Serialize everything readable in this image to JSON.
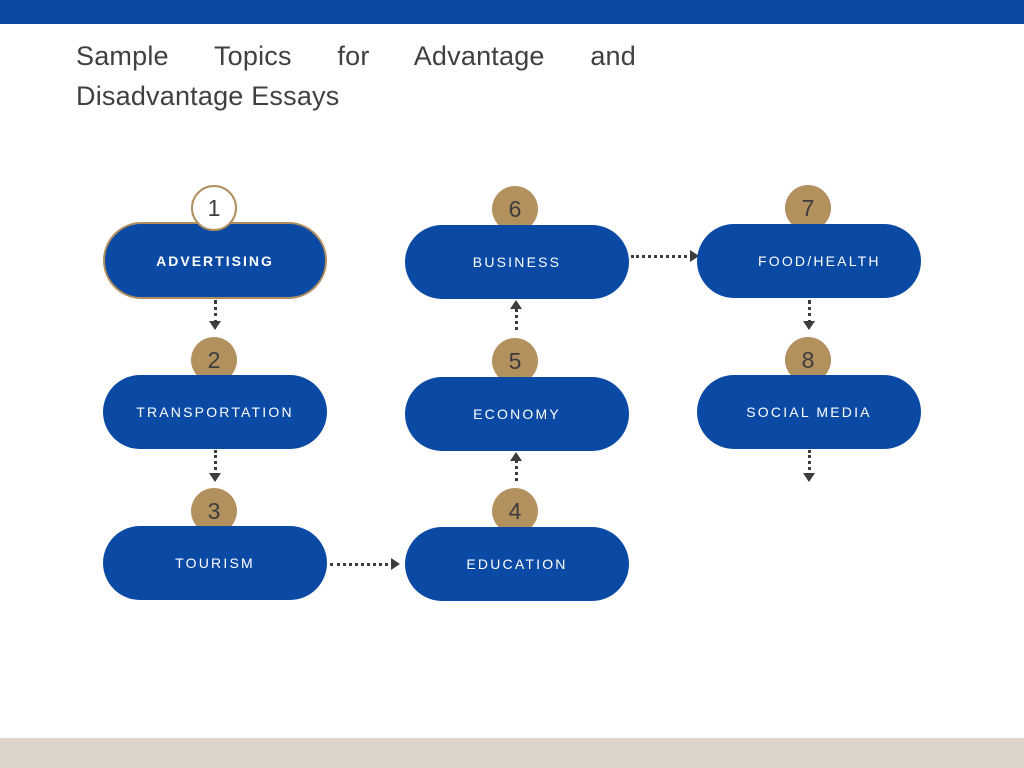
{
  "slide": {
    "title_line1": "Sample Topics for Advantage and",
    "title_line2": "Disadvantage Essays",
    "colors": {
      "pill_blue": "#0b4aa4",
      "badge_tan": "#b3915f",
      "highlight_outline": "#b08d5c",
      "top_band": "#0b4aa4",
      "bottom_band": "#ddd5cb",
      "label_white": "#ffffff",
      "connector_gray": "#3d3d3d",
      "title_gray": "#404040"
    }
  },
  "diagram": {
    "type": "flow-diagram",
    "nodes": [
      {
        "number": "1",
        "label": "ADVERTISING",
        "highlighted": true,
        "badge_style": "outline"
      },
      {
        "number": "2",
        "label": "TRANSPORTATION",
        "highlighted": false,
        "badge_style": "filled"
      },
      {
        "number": "3",
        "label": "TOURISM",
        "highlighted": false,
        "badge_style": "filled"
      },
      {
        "number": "4",
        "label": "EDUCATION",
        "highlighted": false,
        "badge_style": "filled"
      },
      {
        "number": "5",
        "label": "ECONOMY",
        "highlighted": false,
        "badge_style": "filled"
      },
      {
        "number": "6",
        "label": "BUSINESS",
        "highlighted": false,
        "badge_style": "filled"
      },
      {
        "number": "7",
        "label": "FOOD/HEALTH",
        "highlighted": false,
        "badge_style": "filled"
      },
      {
        "number": "8",
        "label": "SOCIAL MEDIA",
        "highlighted": false,
        "badge_style": "filled"
      }
    ],
    "connections": [
      {
        "from": "ADVERTISING",
        "to": "TRANSPORTATION",
        "direction": "down"
      },
      {
        "from": "TRANSPORTATION",
        "to": "TOURISM",
        "direction": "down"
      },
      {
        "from": "TOURISM",
        "to": "EDUCATION",
        "direction": "right"
      },
      {
        "from": "EDUCATION",
        "to": "ECONOMY",
        "direction": "up"
      },
      {
        "from": "ECONOMY",
        "to": "BUSINESS",
        "direction": "up"
      },
      {
        "from": "BUSINESS",
        "to": "FOOD/HEALTH",
        "direction": "right"
      },
      {
        "from": "FOOD/HEALTH",
        "to": "SOCIAL MEDIA",
        "direction": "down"
      },
      {
        "from": "SOCIAL MEDIA",
        "to": "",
        "direction": "down"
      }
    ]
  }
}
